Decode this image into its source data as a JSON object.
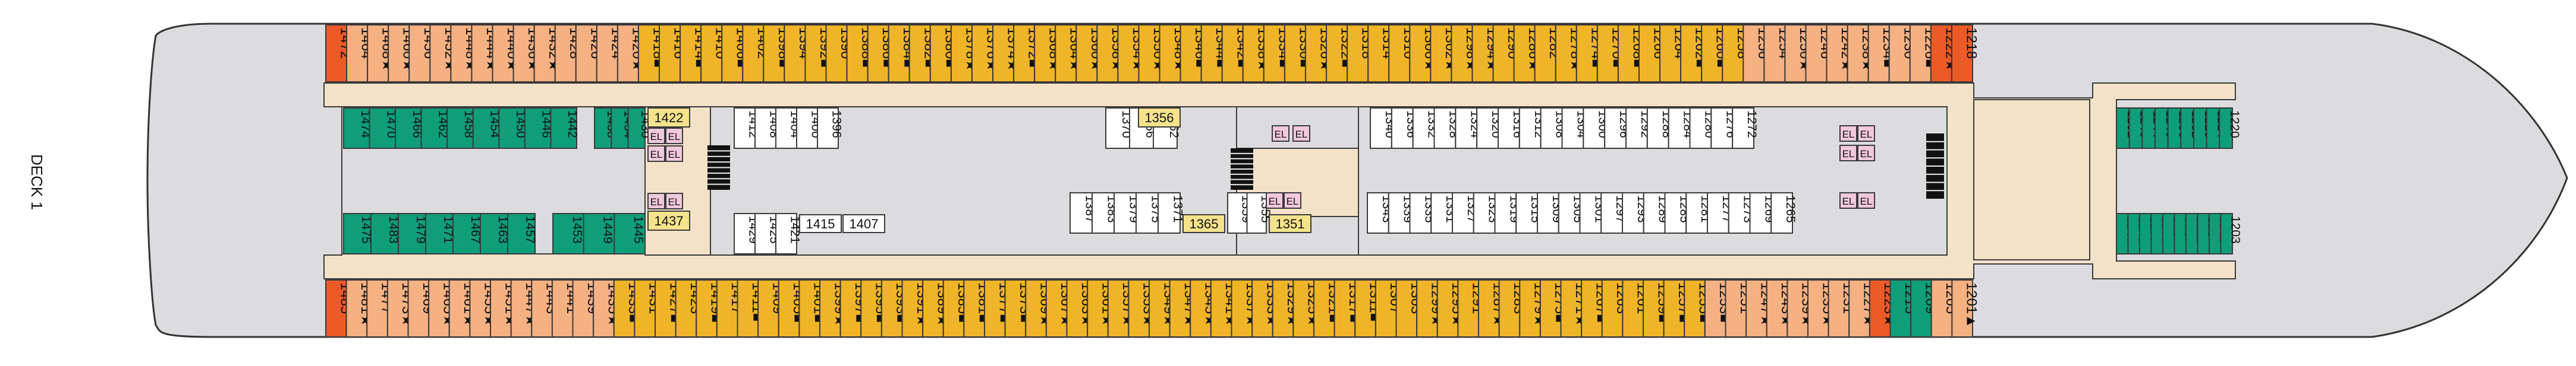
{
  "deck": {
    "label": "DECK 1"
  },
  "colors": {
    "hull": "#dcdcdf",
    "hull_stroke": "#333333",
    "corridor": "#f4e2c8",
    "gold": "#f0b428",
    "peach": "#f6b183",
    "orange": "#ec5a28",
    "teal": "#0f9e7a",
    "pink": "#f2c9dc",
    "yellow": "#f5e38c",
    "white": "#ffffff",
    "stroke": "#3a3a3a"
  },
  "cabins": {
    "top_outer": [
      {
        "label": "1472",
        "c": "orange"
      },
      {
        "label": "1464",
        "c": "peach"
      },
      {
        "label": "1468★",
        "c": "peach"
      },
      {
        "label": "1460★",
        "c": "peach"
      },
      {
        "label": "1456",
        "c": "peach"
      },
      {
        "label": "1452★",
        "c": "peach"
      },
      {
        "label": "1448★",
        "c": "peach"
      },
      {
        "label": "1444★",
        "c": "peach"
      },
      {
        "label": "1440★",
        "c": "peach"
      },
      {
        "label": "1436★",
        "c": "peach"
      },
      {
        "label": "1432★",
        "c": "peach"
      },
      {
        "label": "1428",
        "c": "peach"
      },
      {
        "label": "1426",
        "c": "peach"
      },
      {
        "label": "1424",
        "c": "peach"
      },
      {
        "label": "1420★",
        "c": "peach"
      },
      {
        "label": "1418■",
        "c": "gold"
      },
      {
        "label": "1416",
        "c": "gold"
      },
      {
        "label": "1414■",
        "c": "gold"
      },
      {
        "label": "1410",
        "c": "gold"
      },
      {
        "label": "1406■",
        "c": "gold"
      },
      {
        "label": "1402",
        "c": "gold"
      },
      {
        "label": "1398■",
        "c": "gold"
      },
      {
        "label": "1394",
        "c": "gold"
      },
      {
        "label": "1392■",
        "c": "gold"
      },
      {
        "label": "1390",
        "c": "gold"
      },
      {
        "label": "1388■",
        "c": "gold"
      },
      {
        "label": "1386■",
        "c": "gold"
      },
      {
        "label": "1384■",
        "c": "gold"
      },
      {
        "label": "1382■",
        "c": "gold"
      },
      {
        "label": "1380■",
        "c": "gold"
      },
      {
        "label": "1378★",
        "c": "gold"
      },
      {
        "label": "1376★",
        "c": "gold"
      },
      {
        "label": "1374★",
        "c": "gold"
      },
      {
        "label": "1372■",
        "c": "gold"
      },
      {
        "label": "1368★",
        "c": "gold"
      },
      {
        "label": "1364★",
        "c": "gold"
      },
      {
        "label": "1360★",
        "c": "gold"
      },
      {
        "label": "1358★",
        "c": "gold"
      },
      {
        "label": "1354★",
        "c": "gold"
      },
      {
        "label": "1350★",
        "c": "gold"
      },
      {
        "label": "1348★",
        "c": "gold"
      },
      {
        "label": "1346■",
        "c": "gold"
      },
      {
        "label": "1344■",
        "c": "gold"
      },
      {
        "label": "1342■",
        "c": "gold"
      },
      {
        "label": "1338★",
        "c": "gold"
      },
      {
        "label": "1334■",
        "c": "gold"
      },
      {
        "label": "1330■",
        "c": "gold"
      },
      {
        "label": "1326★",
        "c": "gold"
      },
      {
        "label": "1322■",
        "c": "gold"
      },
      {
        "label": "1318",
        "c": "gold"
      },
      {
        "label": "1314",
        "c": "gold"
      },
      {
        "label": "1310",
        "c": "gold"
      },
      {
        "label": "1306★",
        "c": "gold"
      },
      {
        "label": "1302★",
        "c": "gold"
      },
      {
        "label": "1298★",
        "c": "gold"
      },
      {
        "label": "1294★",
        "c": "gold"
      },
      {
        "label": "1290",
        "c": "gold"
      },
      {
        "label": "1286★",
        "c": "gold"
      },
      {
        "label": "1282",
        "c": "gold"
      },
      {
        "label": "1278★",
        "c": "gold"
      },
      {
        "label": "1274■",
        "c": "gold"
      },
      {
        "label": "1270■",
        "c": "gold"
      },
      {
        "label": "1268■",
        "c": "gold"
      },
      {
        "label": "1266",
        "c": "gold"
      },
      {
        "label": "1264",
        "c": "gold"
      },
      {
        "label": "1262■",
        "c": "gold"
      },
      {
        "label": "1260■",
        "c": "gold"
      },
      {
        "label": "1258",
        "c": "gold"
      },
      {
        "label": "1256",
        "c": "peach"
      },
      {
        "label": "1254",
        "c": "peach"
      },
      {
        "label": "1250★",
        "c": "peach"
      },
      {
        "label": "1246",
        "c": "peach"
      },
      {
        "label": "1242★",
        "c": "peach"
      },
      {
        "label": "1238★",
        "c": "peach"
      },
      {
        "label": "1234■",
        "c": "peach"
      },
      {
        "label": "1230",
        "c": "peach"
      },
      {
        "label": "1226■",
        "c": "peach"
      },
      {
        "label": "1222★",
        "c": "orange"
      },
      {
        "label": "1218",
        "c": "orange"
      }
    ],
    "bottom_outer": [
      {
        "label": "1485",
        "c": "orange"
      },
      {
        "label": "1481★",
        "c": "peach"
      },
      {
        "label": "1477",
        "c": "peach"
      },
      {
        "label": "1473★",
        "c": "peach"
      },
      {
        "label": "1469",
        "c": "peach"
      },
      {
        "label": "1465★",
        "c": "peach"
      },
      {
        "label": "1461★",
        "c": "peach"
      },
      {
        "label": "1455★",
        "c": "peach"
      },
      {
        "label": "1451★",
        "c": "peach"
      },
      {
        "label": "1447★",
        "c": "peach"
      },
      {
        "label": "1443",
        "c": "peach"
      },
      {
        "label": "1441",
        "c": "peach"
      },
      {
        "label": "1439",
        "c": "peach"
      },
      {
        "label": "1435★",
        "c": "peach"
      },
      {
        "label": "1433■",
        "c": "gold"
      },
      {
        "label": "1431",
        "c": "gold"
      },
      {
        "label": "1427■",
        "c": "gold"
      },
      {
        "label": "1423",
        "c": "gold"
      },
      {
        "label": "1419■",
        "c": "gold"
      },
      {
        "label": "1417",
        "c": "gold"
      },
      {
        "label": "1411■",
        "c": "gold"
      },
      {
        "label": "1409",
        "c": "gold"
      },
      {
        "label": "1405■",
        "c": "gold"
      },
      {
        "label": "1401■",
        "c": "gold"
      },
      {
        "label": "1399★",
        "c": "gold"
      },
      {
        "label": "1397■",
        "c": "gold"
      },
      {
        "label": "1395■",
        "c": "gold"
      },
      {
        "label": "1393■",
        "c": "gold"
      },
      {
        "label": "1391★",
        "c": "gold"
      },
      {
        "label": "1389★",
        "c": "gold"
      },
      {
        "label": "1385■",
        "c": "gold"
      },
      {
        "label": "1381■",
        "c": "gold"
      },
      {
        "label": "1377■",
        "c": "gold"
      },
      {
        "label": "1373■",
        "c": "gold"
      },
      {
        "label": "1369★",
        "c": "gold"
      },
      {
        "label": "1367★",
        "c": "gold"
      },
      {
        "label": "1363★",
        "c": "gold"
      },
      {
        "label": "1361★",
        "c": "gold"
      },
      {
        "label": "1357★",
        "c": "gold"
      },
      {
        "label": "1353★",
        "c": "gold"
      },
      {
        "label": "1349★",
        "c": "gold"
      },
      {
        "label": "1347★",
        "c": "gold"
      },
      {
        "label": "1345★",
        "c": "gold"
      },
      {
        "label": "1341★",
        "c": "gold"
      },
      {
        "label": "1337★",
        "c": "gold"
      },
      {
        "label": "1333★",
        "c": "gold"
      },
      {
        "label": "1329★",
        "c": "gold"
      },
      {
        "label": "1325★",
        "c": "gold"
      },
      {
        "label": "1321■",
        "c": "gold"
      },
      {
        "label": "1317■",
        "c": "gold"
      },
      {
        "label": "1311■",
        "c": "gold"
      },
      {
        "label": "1307",
        "c": "gold"
      },
      {
        "label": "1303",
        "c": "gold"
      },
      {
        "label": "1299★",
        "c": "gold"
      },
      {
        "label": "1295★",
        "c": "gold"
      },
      {
        "label": "1291",
        "c": "gold"
      },
      {
        "label": "1287★",
        "c": "gold"
      },
      {
        "label": "1283",
        "c": "gold"
      },
      {
        "label": "1279★",
        "c": "gold"
      },
      {
        "label": "1275■",
        "c": "gold"
      },
      {
        "label": "1271★",
        "c": "gold"
      },
      {
        "label": "1267■",
        "c": "gold"
      },
      {
        "label": "1263",
        "c": "gold"
      },
      {
        "label": "1261",
        "c": "gold"
      },
      {
        "label": "1259■",
        "c": "gold"
      },
      {
        "label": "1257■",
        "c": "gold"
      },
      {
        "label": "1255■",
        "c": "gold"
      },
      {
        "label": "1253■",
        "c": "peach"
      },
      {
        "label": "1251",
        "c": "peach"
      },
      {
        "label": "1247★",
        "c": "peach"
      },
      {
        "label": "1243★",
        "c": "peach"
      },
      {
        "label": "1239★",
        "c": "peach"
      },
      {
        "label": "1235★",
        "c": "peach"
      },
      {
        "label": "1231",
        "c": "peach"
      },
      {
        "label": "1227★",
        "c": "peach"
      },
      {
        "label": "1223★",
        "c": "orange"
      },
      {
        "label": "1215",
        "c": "teal"
      },
      {
        "label": "1209",
        "c": "teal"
      },
      {
        "label": "1205",
        "c": "peach"
      },
      {
        "label": "1201▲",
        "c": "peach"
      }
    ],
    "top_inner_aft": [
      "1474",
      "1470",
      "1466",
      "1462",
      "1458",
      "1454",
      "1450",
      "1446",
      "1442",
      "1438",
      "1434",
      "1430"
    ],
    "bottom_inner_aft": [
      "1475",
      "1483",
      "1479",
      "1471",
      "1467",
      "1463",
      "1457",
      "1453",
      "1449",
      "1445"
    ],
    "top_inner_fwd": [
      "1252",
      "1248",
      "1244",
      "1240",
      "1236",
      "1232",
      "1228",
      "1224",
      "1220"
    ],
    "bottom_inner_fwd": [
      "1245",
      "1241",
      "1237",
      "1233",
      "1229",
      "1225",
      "1221",
      "1217",
      "1211",
      "1203"
    ],
    "top_center_a": [
      "1412",
      "1408",
      "1404",
      "1400",
      "1396"
    ],
    "top_center_b": [
      "1370",
      "1366",
      "1362"
    ],
    "top_center_c": [
      "1340",
      "1336",
      "1332",
      "1328",
      "1324",
      "1320",
      "1316",
      "1312",
      "1308",
      "1304",
      "1300",
      "1296",
      "1292",
      "1288",
      "1284",
      "1280",
      "1276",
      "1272"
    ],
    "bottom_center_a": [
      "1429",
      "1425",
      "1421",
      "1415",
      "1407"
    ],
    "bottom_center_b": [
      "1387",
      "1383",
      "1379",
      "1375",
      "1371",
      "1365",
      "1359",
      "1355",
      "1351"
    ],
    "bottom_center_c": [
      "1343",
      "1339",
      "1335",
      "1331",
      "1327",
      "1323",
      "1319",
      "1315",
      "1309",
      "1305",
      "1301",
      "1297",
      "1293",
      "1289",
      "1285",
      "1281",
      "1277",
      "1273",
      "1269",
      "1265"
    ],
    "special": {
      "c1422": "1422",
      "c1437": "1437",
      "c1356": "1356"
    },
    "elevator_label": "EL"
  }
}
